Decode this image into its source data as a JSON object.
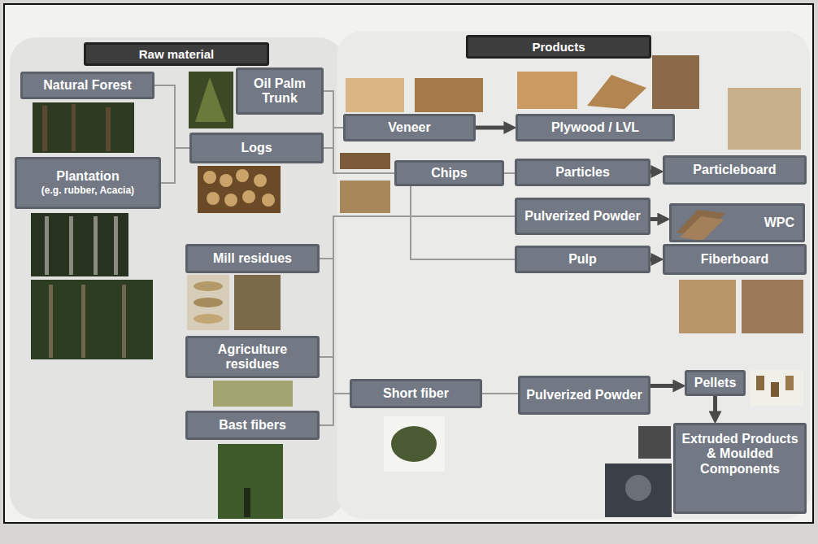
{
  "diagram": {
    "nodes": [
      {
        "text": [
          "Raw material"
        ]
      },
      {
        "text": [
          "Products"
        ]
      },
      {
        "text": [
          "Natural Forest"
        ]
      },
      {
        "text": [
          "Oil Palm Trunk"
        ]
      },
      {
        "text": [
          "Plantation",
          "(e.g. rubber, Acacia)"
        ]
      },
      {
        "text": [
          "Logs"
        ]
      },
      {
        "text": [
          "Veneer"
        ]
      },
      {
        "text": [
          "Plywood / LVL"
        ]
      },
      {
        "text": [
          "Chips"
        ]
      },
      {
        "text": [
          "Particles"
        ]
      },
      {
        "text": [
          "Particleboard"
        ]
      },
      {
        "text": [
          "Pulverized Powder"
        ]
      },
      {
        "text": [
          "WPC"
        ]
      },
      {
        "text": [
          "Pulp"
        ]
      },
      {
        "text": [
          "Fiberboard"
        ]
      },
      {
        "text": [
          "Mill residues"
        ]
      },
      {
        "text": [
          "Agriculture residues"
        ]
      },
      {
        "text": [
          "Bast fibers"
        ]
      },
      {
        "text": [
          "Short fiber"
        ]
      },
      {
        "text": [
          "Pulverized Powder"
        ]
      },
      {
        "text": [
          "Pellets"
        ]
      },
      {
        "text": [
          "Extruded Products & Moulded Components"
        ]
      }
    ],
    "edges": [
      {
        "from": 2,
        "to": 5,
        "arrow": "none"
      },
      {
        "from": 4,
        "to": 5,
        "arrow": "none"
      },
      {
        "from": 3,
        "to": 6,
        "arrow": "none"
      },
      {
        "from": 5,
        "to": 6,
        "arrow": "none"
      },
      {
        "from": 5,
        "to": 8,
        "arrow": "none"
      },
      {
        "from": 6,
        "to": 7,
        "arrow": "to"
      },
      {
        "from": 8,
        "to": 9,
        "arrow": "none"
      },
      {
        "from": 8,
        "to": 11,
        "arrow": "none"
      },
      {
        "from": 8,
        "to": 13,
        "arrow": "none"
      },
      {
        "from": 9,
        "to": 10,
        "arrow": "to"
      },
      {
        "from": 11,
        "to": 12,
        "arrow": "to"
      },
      {
        "from": 13,
        "to": 14,
        "arrow": "to"
      },
      {
        "from": 15,
        "to": 11,
        "arrow": "none"
      },
      {
        "from": 16,
        "to": 11,
        "arrow": "none"
      },
      {
        "from": 15,
        "to": 18,
        "arrow": "none"
      },
      {
        "from": 16,
        "to": 18,
        "arrow": "none"
      },
      {
        "from": 17,
        "to": 18,
        "arrow": "none"
      },
      {
        "from": 18,
        "to": 19,
        "arrow": "none"
      },
      {
        "from": 19,
        "to": 20,
        "arrow": "to"
      },
      {
        "from": 20,
        "to": 21,
        "arrow": "to"
      }
    ]
  }
}
